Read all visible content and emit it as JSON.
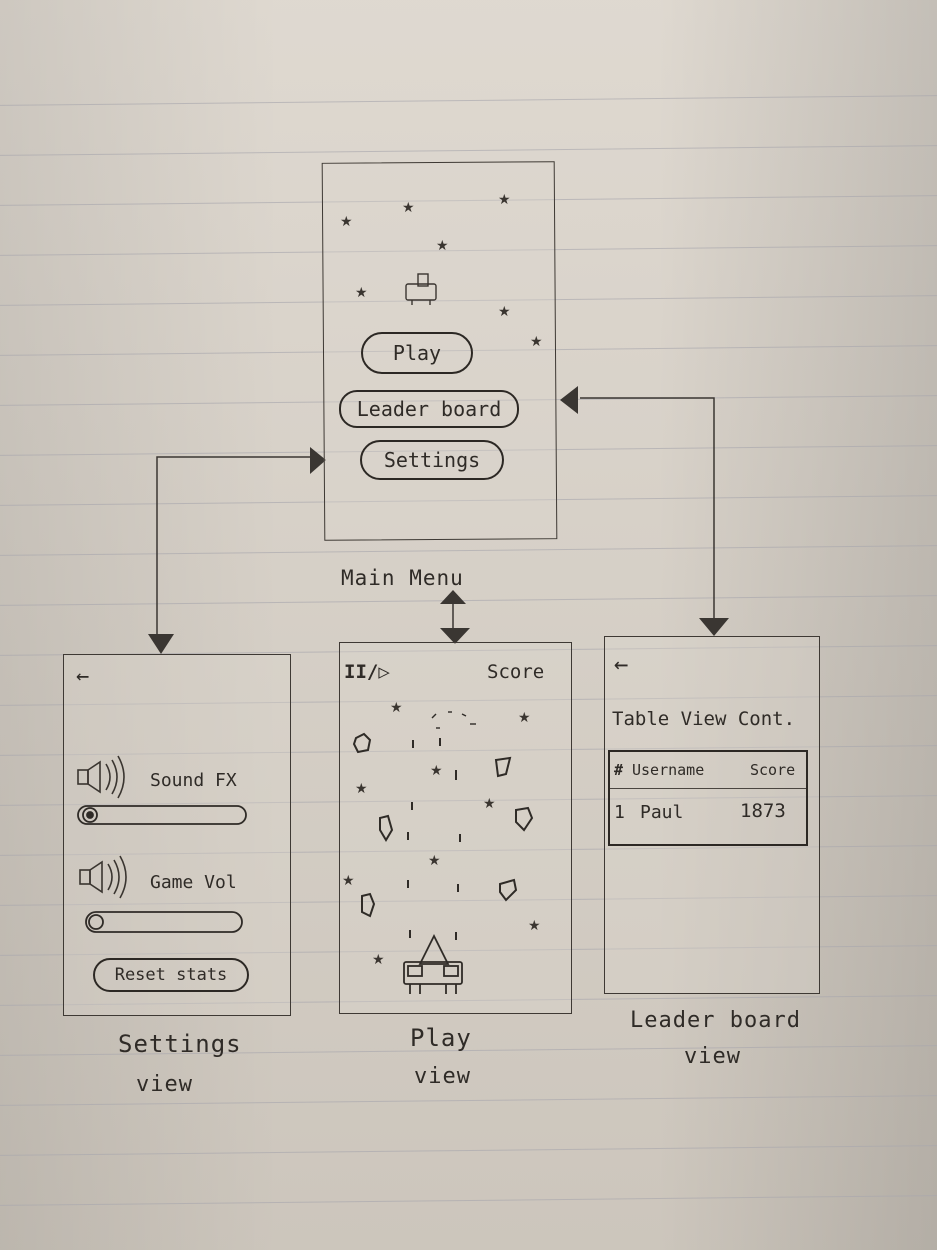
{
  "main_menu": {
    "caption": "Main Menu",
    "buttons": {
      "play": "Play",
      "leaderboard": "Leader board",
      "settings": "Settings"
    }
  },
  "settings_view": {
    "caption_line1": "Settings",
    "caption_line2": "view",
    "back": "←",
    "sound_fx_label": "Sound FX",
    "game_vol_label": "Game Vol",
    "reset_button": "Reset stats"
  },
  "play_view": {
    "caption_line1": "Play",
    "caption_line2": "view",
    "pause_play": "II/▷",
    "score_label": "Score"
  },
  "leaderboard_view": {
    "caption_line1": "Leader board",
    "caption_line2": "view",
    "back": "←",
    "table_title": "Table View Cont.",
    "table": {
      "headers": [
        "#",
        "Username",
        "Score"
      ],
      "rows": [
        [
          "1",
          "Paul",
          "1873"
        ]
      ]
    }
  },
  "icons": [
    "back-arrow-icon",
    "speaker-icon",
    "pause-play-icon",
    "ship-icon",
    "star-icon",
    "asteroid-icon"
  ]
}
